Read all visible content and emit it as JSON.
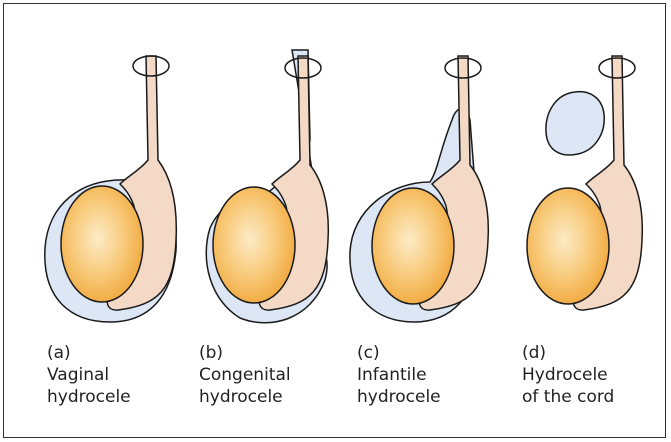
{
  "colors": {
    "fluid": "#dce6f5",
    "cord": "#f3d9c6",
    "testis_light": "#fbe5b4",
    "testis_dark": "#f3ae43",
    "stroke": "#1a1a1a"
  },
  "panels": [
    {
      "letter": "(a)",
      "line1": "Vaginal",
      "line2": "hydrocele"
    },
    {
      "letter": "(b)",
      "line1": "Congenital",
      "line2": "hydrocele"
    },
    {
      "letter": "(c)",
      "line1": "Infantile",
      "line2": "hydrocele"
    },
    {
      "letter": "(d)",
      "line1": "Hydrocele",
      "line2": "of the cord"
    }
  ]
}
